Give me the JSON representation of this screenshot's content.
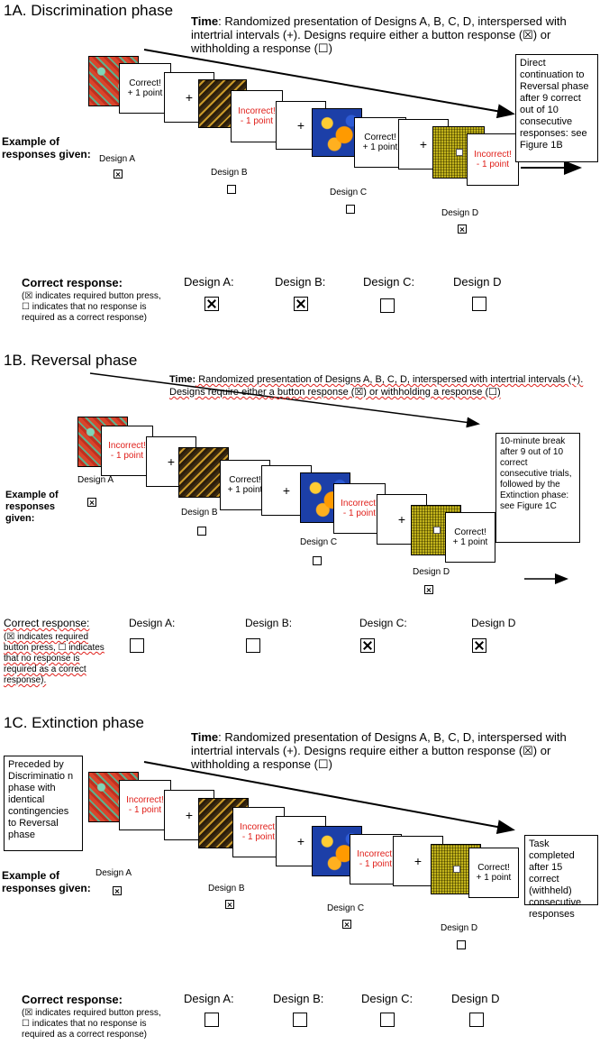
{
  "panel_a": {
    "title": "1A. Discrimination phase",
    "time_bold": "Time",
    "time_text": ": Randomized presentation of Designs A, B, C, D, interspersed with intertrial intervals (+). Designs require either a button response (☒) or withholding a response (☐)",
    "cards": [
      "Correct!\n+ 1 point",
      "+",
      "Incorrect!\n- 1 point",
      "+",
      "Correct!\n+ 1 point",
      "+",
      "Incorrect!\n- 1 point"
    ],
    "side_box": "Direct continuation to Reversal phase after 9 correct out of 10 consecutive responses: see Figure 1B",
    "example_label": "Example of responses given:",
    "designs": [
      "Design A",
      "Design B",
      "Design C",
      "Design D"
    ],
    "correct_label": "Correct response:",
    "correct_note": "(☒ indicates required button press, ☐ indicates that no response is required as a correct response)",
    "design_headers": [
      "Design A:",
      "Design B:",
      "Design C:",
      "Design D"
    ]
  },
  "panel_b": {
    "title": "1B. Reversal phase",
    "time_bold": "Time:",
    "time_text": " Randomized presentation of Designs A, B, C, D, interspersed with intertrial intervals (+). Designs require either a button response (☒) or withholding a response (☐)",
    "cards": [
      "Incorrect!\n- 1 point",
      "+",
      "Correct!\n+ 1 point",
      "+",
      "Incorrect!\n- 1 point",
      "+",
      "Correct!\n+ 1 point"
    ],
    "side_box": "10-minute break after 9 out of 10 correct consecutive trials, followed by the Extinction phase: see Figure 1C",
    "example_label": "Example of responses given:",
    "designs": [
      "Design A",
      "Design B",
      "Design C",
      "Design D"
    ],
    "correct_label": "Correct response:",
    "correct_note": "(☒ indicates required button press, ☐ indicates that no response is required as a correct response).",
    "design_headers": [
      "Design A:",
      "Design B:",
      "Design C:",
      "Design D"
    ]
  },
  "panel_c": {
    "title": "1C. Extinction phase",
    "time_bold": "Time",
    "time_text": ": Randomized presentation of Designs A, B, C, D, interspersed with intertrial intervals (+). Designs require either a button response (☒) or withholding a response (☐)",
    "left_box": "Preceded by Discriminatio n phase with identical contingencies to Reversal phase",
    "cards": [
      "Incorrect!\n- 1 point",
      "+",
      "Incorrect!\n- 1 point",
      "+",
      "Incorrect!\n- 1 point",
      "+",
      "Correct!\n+ 1 point"
    ],
    "side_box": "Task completed after 15 correct (withheld) consecutive responses",
    "example_label": "Example of responses given:",
    "designs": [
      "Design A",
      "Design B",
      "Design C",
      "Design D"
    ],
    "correct_label": "Correct response:",
    "correct_note": "(☒ indicates required button press, ☐ indicates that no response is required as a correct response)",
    "design_headers": [
      "Design A:",
      "Design B:",
      "Design C:",
      "Design D"
    ]
  }
}
